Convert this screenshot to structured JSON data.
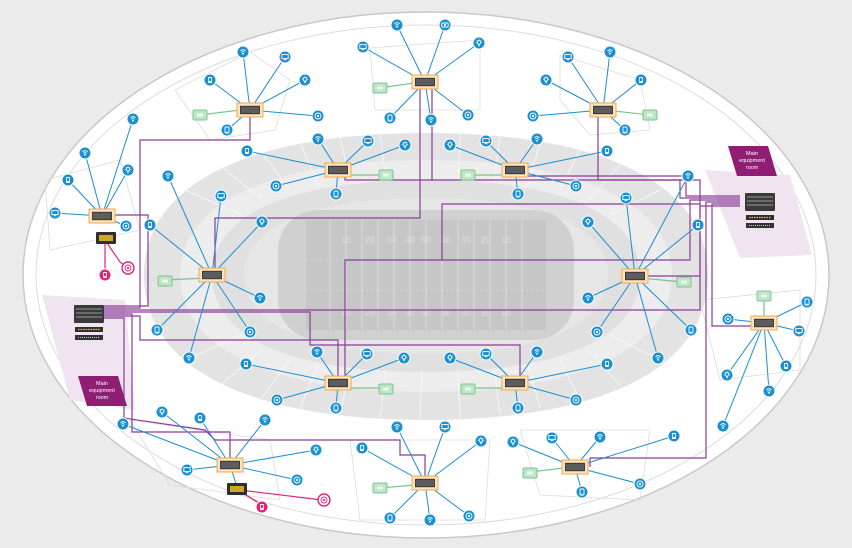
{
  "diagram": {
    "equipment_rooms": [
      {
        "label_lines": [
          "Main",
          "equipment",
          "room"
        ],
        "side": "right"
      },
      {
        "label_lines": [
          "Main",
          "equipment",
          "room"
        ],
        "side": "left"
      }
    ],
    "field_yard_numbers_top": [
      "10",
      "20",
      "30",
      "40",
      "50",
      "40",
      "30",
      "20",
      "10"
    ],
    "field_yard_numbers_bottom": [
      "10",
      "20",
      "30",
      "40",
      "50",
      "40",
      "30",
      "20",
      "10"
    ],
    "icon_types": [
      "access-point",
      "display",
      "camera",
      "phone",
      "lighting",
      "security-camera",
      "door-controller"
    ],
    "colors": {
      "background": "#ebebeb",
      "stadium_outer": "#ffffff",
      "stands": "#e3e3e3",
      "field": "#d0d0d0",
      "endpoint_blue": "#1b8fd0",
      "uplink_purple": "#8a3c98",
      "sensor_green": "#7cc58f",
      "alarm_magenta": "#e2237a",
      "switch_orange": "#f2a94a",
      "room_magenta": "#8f1d73"
    }
  }
}
